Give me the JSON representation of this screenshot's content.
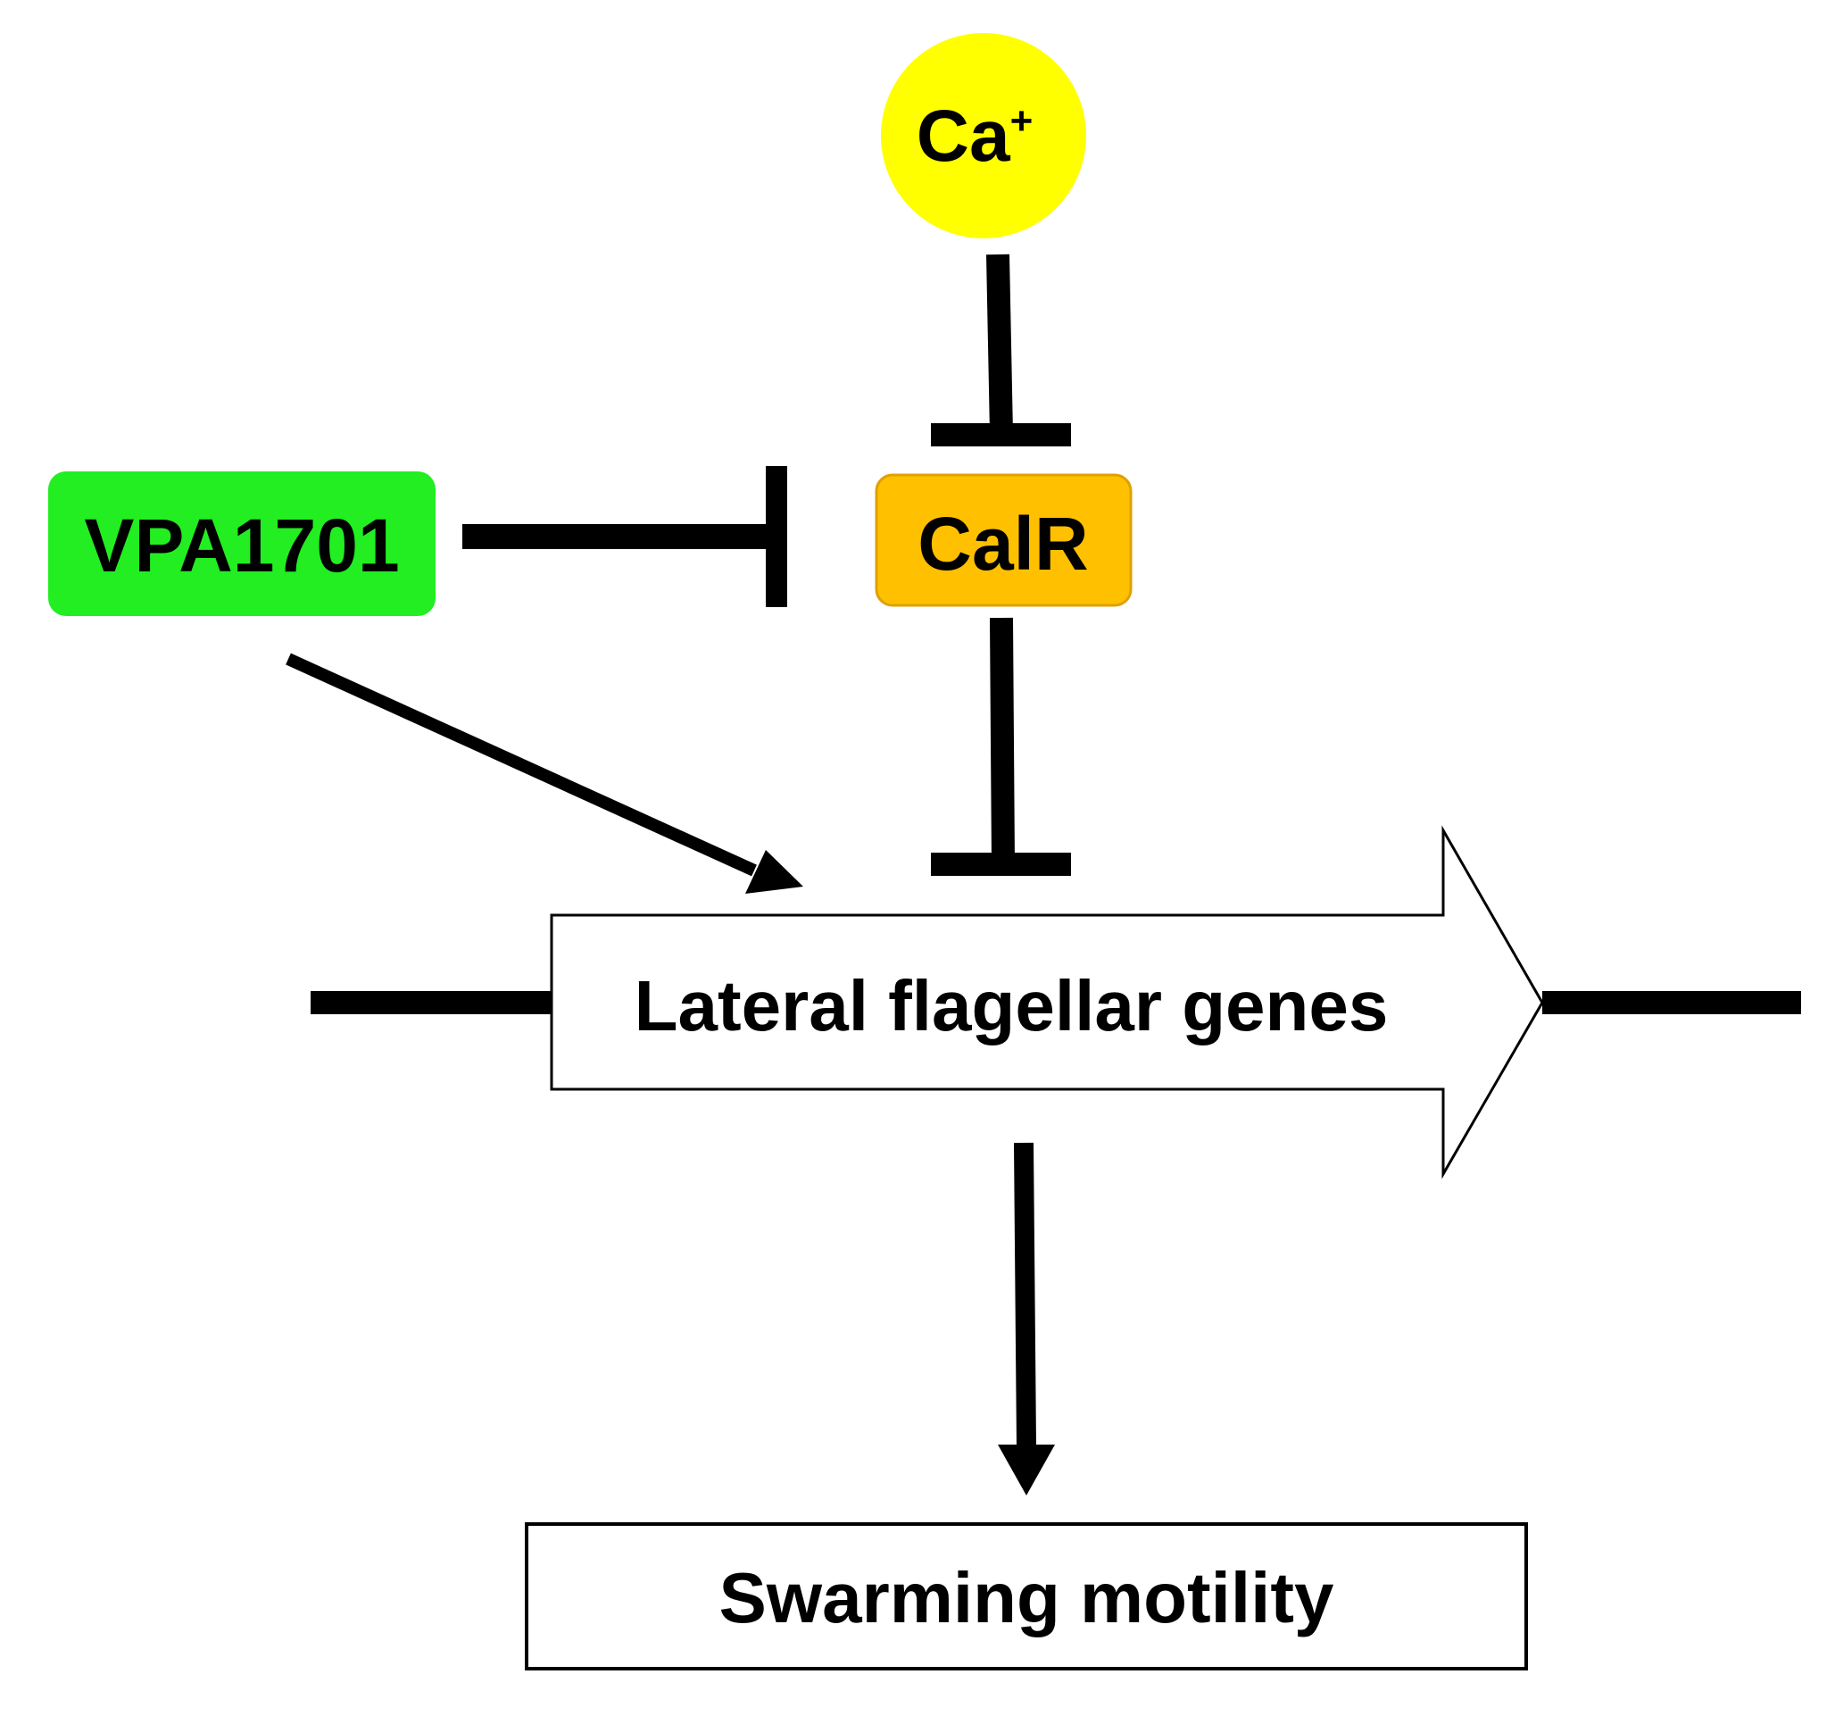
{
  "nodes": {
    "calcium": {
      "label": "Ca",
      "superscript": "+",
      "color": "#ffff00"
    },
    "vpa1701": {
      "label": "VPA1701",
      "color": "#22ee22"
    },
    "calr": {
      "label": "CalR",
      "color": "#ffc000",
      "border_color": "#e0a000"
    },
    "genes": {
      "label": "Lateral flagellar genes"
    },
    "output": {
      "label": "Swarming motility"
    }
  },
  "edges": [
    {
      "from": "calcium",
      "to": "calr",
      "type": "inhibition"
    },
    {
      "from": "vpa1701",
      "to": "calr",
      "type": "inhibition"
    },
    {
      "from": "vpa1701",
      "to": "genes",
      "type": "activation"
    },
    {
      "from": "calr",
      "to": "genes",
      "type": "inhibition"
    },
    {
      "from": "genes",
      "to": "output",
      "type": "activation"
    }
  ]
}
